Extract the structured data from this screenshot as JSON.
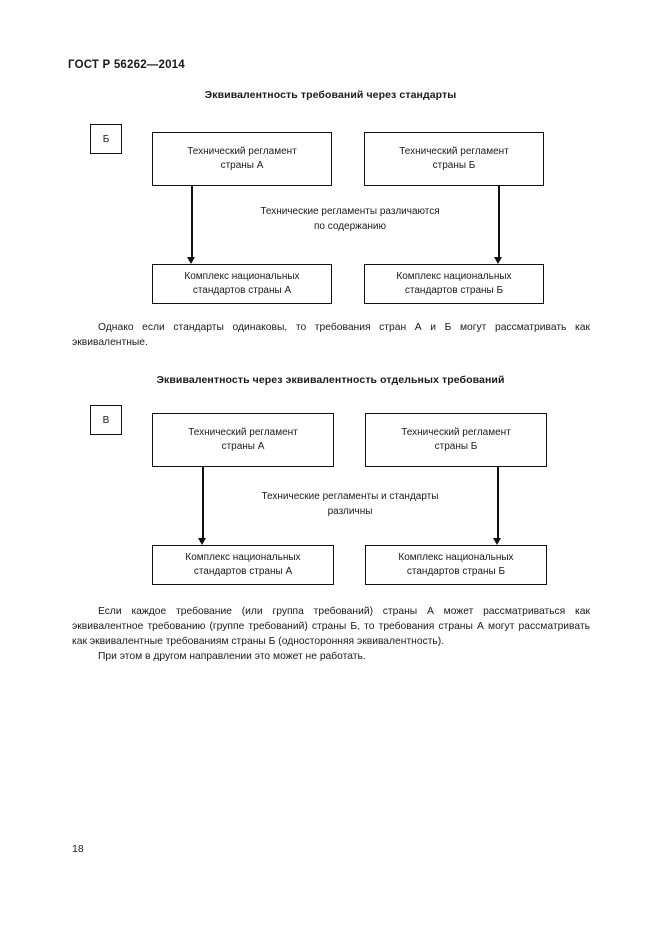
{
  "document": {
    "header": "ГОСТ Р 56262—2014",
    "page_number": "18"
  },
  "sections": [
    {
      "title": "Эквивалентность требований через стандарты",
      "tag": "Б",
      "nodes": {
        "top_left_line1": "Технический регламент",
        "top_left_line2": "страны А",
        "top_right_line1": "Технический регламент",
        "top_right_line2": "страны Б",
        "bottom_left_line1": "Комплекс национальных",
        "bottom_left_line2": "стандартов страны А",
        "bottom_right_line1": "Комплекс национальных",
        "bottom_right_line2": "стандартов страны Б"
      },
      "caption_line1": "Технические регламенты различаются",
      "caption_line2": "по содержанию"
    },
    {
      "title": "Эквивалентность через эквивалентность отдельных требований",
      "tag": "В",
      "nodes": {
        "top_left_line1": "Технический регламент",
        "top_left_line2": "страны А",
        "top_right_line1": "Технический регламент",
        "top_right_line2": "страны Б",
        "bottom_left_line1": "Комплекс национальных",
        "bottom_left_line2": "стандартов страны А",
        "bottom_right_line1": "Комплекс национальных",
        "bottom_right_line2": "стандартов страны Б"
      },
      "caption_line1": "Технические регламенты и стандарты",
      "caption_line2": "различны"
    }
  ],
  "paragraphs": {
    "after_first_diagram": "Однако если стандарты одинаковы, то требования стран А и Б могут рассматривать как эквивалентные.",
    "after_second_diagram_1": "Если каждое требование (или группа требований) страны А может рассматриваться как эквивалентное требованию (группе требований) страны Б, то требования страны А могут рассматривать как эквивалентные требованиям страны Б (односторонняя эквивалентность).",
    "after_second_diagram_2": "При этом в другом направлении это может не работать."
  }
}
